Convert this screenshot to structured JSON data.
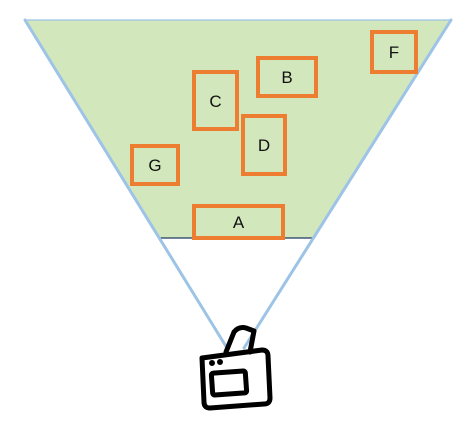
{
  "colors": {
    "field_fill": "#d3e7bd",
    "field_edge": "#1f3a5f",
    "ray": "#9dc3e6",
    "box_stroke": "#ed7d31",
    "camera": "#000000"
  },
  "objects": [
    {
      "id": "a",
      "label": "A"
    },
    {
      "id": "b",
      "label": "B"
    },
    {
      "id": "c",
      "label": "C"
    },
    {
      "id": "d",
      "label": "D"
    },
    {
      "id": "f",
      "label": "F"
    },
    {
      "id": "g",
      "label": "G"
    }
  ],
  "camera_icon": "camera-icon"
}
